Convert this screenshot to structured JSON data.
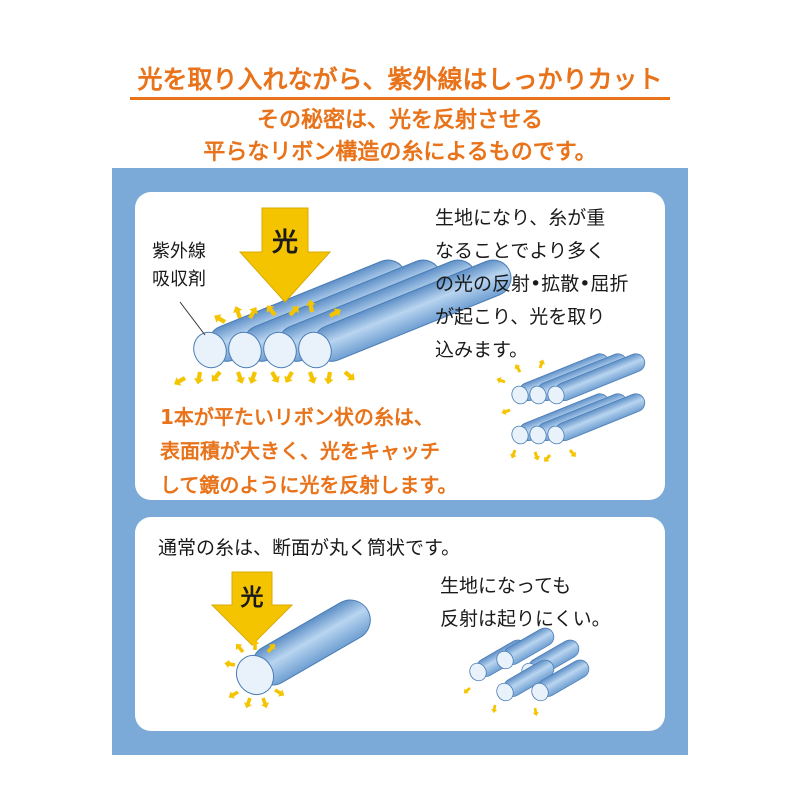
{
  "header": {
    "title": "光を取り入れながら、紫外線はしっかりカット",
    "subtitle_line1": "その秘密は、光を反射させる",
    "subtitle_line2": "平らなリボン構造の糸によるものです。"
  },
  "ribbon_panel": {
    "arrow_label": "光",
    "uv_label_line1": "紫外線",
    "uv_label_line2": "吸収剤",
    "description_lines": [
      "生地になり、糸が重",
      "なることでより多く",
      "の光の反射•拡散•屈折",
      "が起こり、光を取り",
      "込みます。"
    ],
    "highlight_lines": [
      "1本が平たいリボン状の糸は、",
      "表面積が大きく、光をキャッチ",
      "して鏡のように光を反射します。"
    ]
  },
  "round_panel": {
    "heading": "通常の糸は、断面が丸く筒状です。",
    "arrow_label": "光",
    "description_lines": [
      "生地になっても",
      "反射は起りにくい。"
    ]
  },
  "colors": {
    "accent_orange": "#e8731a",
    "frame_blue": "#7ba9d8",
    "arrow_yellow": "#f5c400",
    "fiber_blue": "#8fb8e0"
  }
}
